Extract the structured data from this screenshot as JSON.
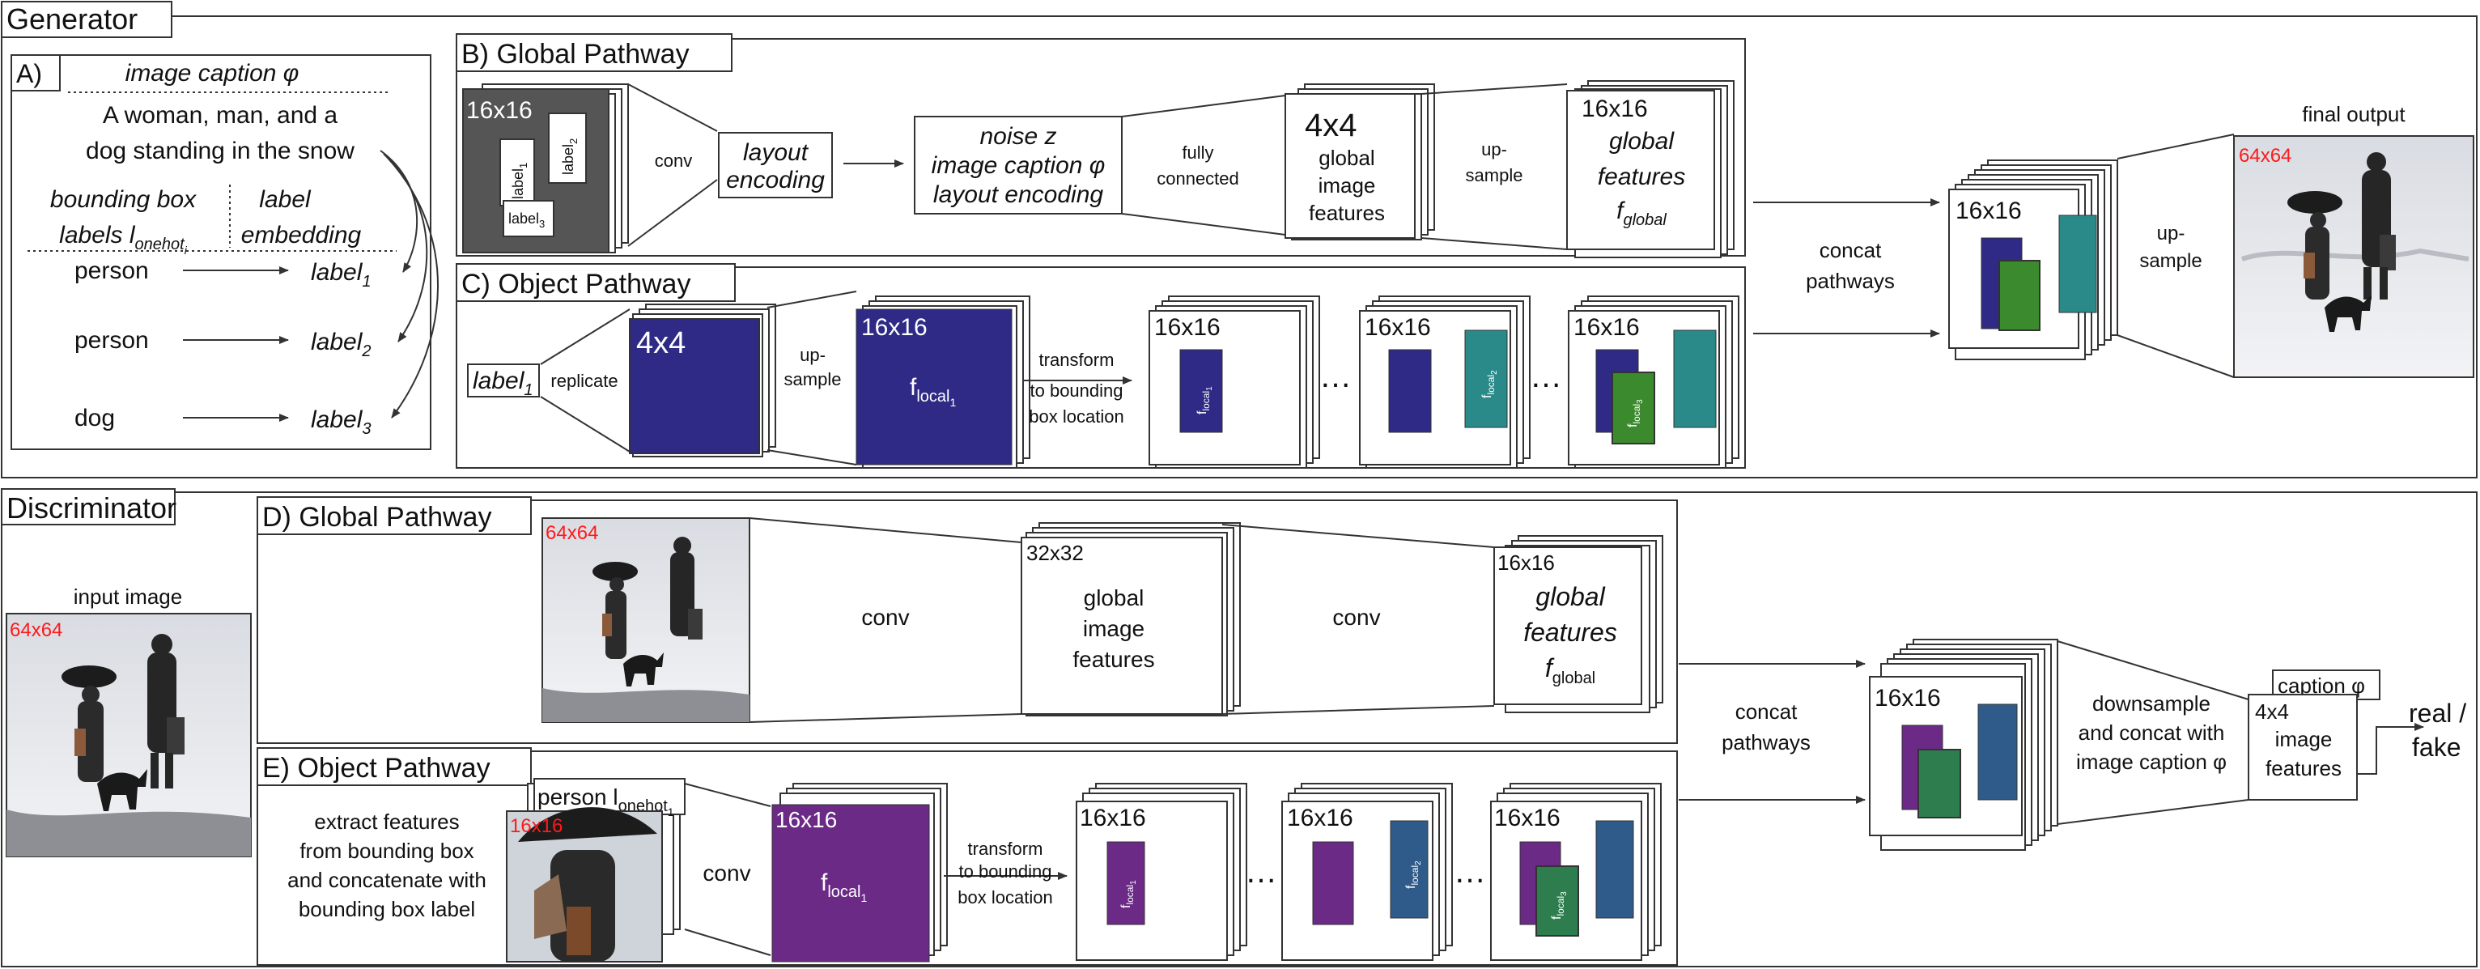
{
  "colors": {
    "navy": "#2e2a85",
    "teal": "#2a8a8a",
    "green": "#3c8a2e",
    "purple": "#6a2a86",
    "steel": "#2f5b8a",
    "dgreen": "#2e7d4f",
    "gray": "#555555",
    "red": "#ff1a1a",
    "snow": "#e6e8ec"
  },
  "generator": {
    "title": "Generator",
    "a": {
      "tag": "A)",
      "caption_title": "image caption φ",
      "caption_line1": "A woman, man, and a",
      "caption_line2": "dog standing in the snow",
      "bbox_label1": "bounding box",
      "bbox_label2_prefix": "labels l",
      "bbox_label2_sub": "onehot",
      "bbox_label2_subsub": "i",
      "label_emb1": "label",
      "label_emb2": "embedding",
      "rows": [
        {
          "name": "person",
          "label": "label",
          "sub": "1"
        },
        {
          "name": "person",
          "label": "label",
          "sub": "2"
        },
        {
          "name": "dog",
          "label": "label",
          "sub": "3"
        }
      ]
    },
    "b": {
      "tag": "B) Global Pathway",
      "in_size": "16x16",
      "in_label1": "label",
      "in_label1_sub": "1",
      "in_label2": "label",
      "in_label2_sub": "2",
      "in_label3": "label",
      "in_label3_sub": "3",
      "conv": "conv",
      "layout1": "layout",
      "layout2": "encoding",
      "noise1": "noise z",
      "noise2": "image caption φ",
      "noise3": "layout encoding",
      "fc1": "fully",
      "fc2": "connected",
      "g4_size": "4x4",
      "g4_l1": "global",
      "g4_l2": "image",
      "g4_l3": "features",
      "up1": "up-",
      "up2": "sample",
      "g16_size": "16x16",
      "g16_l1": "global",
      "g16_l2": "features",
      "g16_f": "f",
      "g16_sub": "global"
    },
    "c": {
      "tag": "C) Object Pathway",
      "label": "label",
      "label_sub": "1",
      "replicate": "replicate",
      "o4_size": "4x4",
      "up1": "up-",
      "up2": "sample",
      "o16_size": "16x16",
      "o16_f": "f",
      "o16_sub": "local",
      "o16_subsub": "1",
      "t1": "transform",
      "t2": "to bounding",
      "t3": "box location",
      "c1_size": "16x16",
      "c2_size": "16x16",
      "c3_size": "16x16",
      "f1": "f",
      "f1_sub": "local",
      "f1_subsub": "1",
      "f2": "f",
      "f2_sub": "local",
      "f2_subsub": "2",
      "f3": "f",
      "f3_sub": "local",
      "f3_subsub": "3",
      "dots": "…"
    },
    "concat1": "concat",
    "concat2": "pathways",
    "out_size": "16x16",
    "up1": "up-",
    "up2": "sample",
    "final_output": "final output",
    "final_size": "64x64"
  },
  "discriminator": {
    "title": "Discriminator",
    "input_image": "input image",
    "input_size": "64x64",
    "d": {
      "tag": "D) Global Pathway",
      "img_size": "64x64",
      "conv1": "conv",
      "m_size": "32x32",
      "m_l1": "global",
      "m_l2": "image",
      "m_l3": "features",
      "conv2": "conv",
      "g_size": "16x16",
      "g_l1": "global",
      "g_l2": "features",
      "g_f": "f",
      "g_sub": "global"
    },
    "e": {
      "tag": "E) Object Pathway",
      "ex1": "extract features",
      "ex2": "from bounding box",
      "ex3": "and concatenate with",
      "ex4": "bounding box label",
      "person": "person l",
      "person_sub": "onehot",
      "person_subsub": "1",
      "crop_size": "16x16",
      "conv": "conv",
      "o16_size": "16x16",
      "o16_f": "f",
      "o16_sub": "local",
      "o16_subsub": "1",
      "t1": "transform",
      "t2": "to bounding",
      "t3": "box location",
      "c1_size": "16x16",
      "c2_size": "16x16",
      "c3_size": "16x16",
      "f1": "f",
      "f1_sub": "local",
      "f1_subsub": "1",
      "f2": "f",
      "f2_sub": "local",
      "f2_subsub": "2",
      "f3": "f",
      "f3_sub": "local",
      "f3_subsub": "3",
      "dots": "…"
    },
    "concat1": "concat",
    "concat2": "pathways",
    "out_size": "16x16",
    "ds1": "downsample",
    "ds2": "and concat with",
    "ds3": "image caption φ",
    "cap": "caption φ",
    "f4_size": "4x4",
    "f4_l1": "image",
    "f4_l2": "features",
    "real": "real /",
    "fake": "fake"
  }
}
